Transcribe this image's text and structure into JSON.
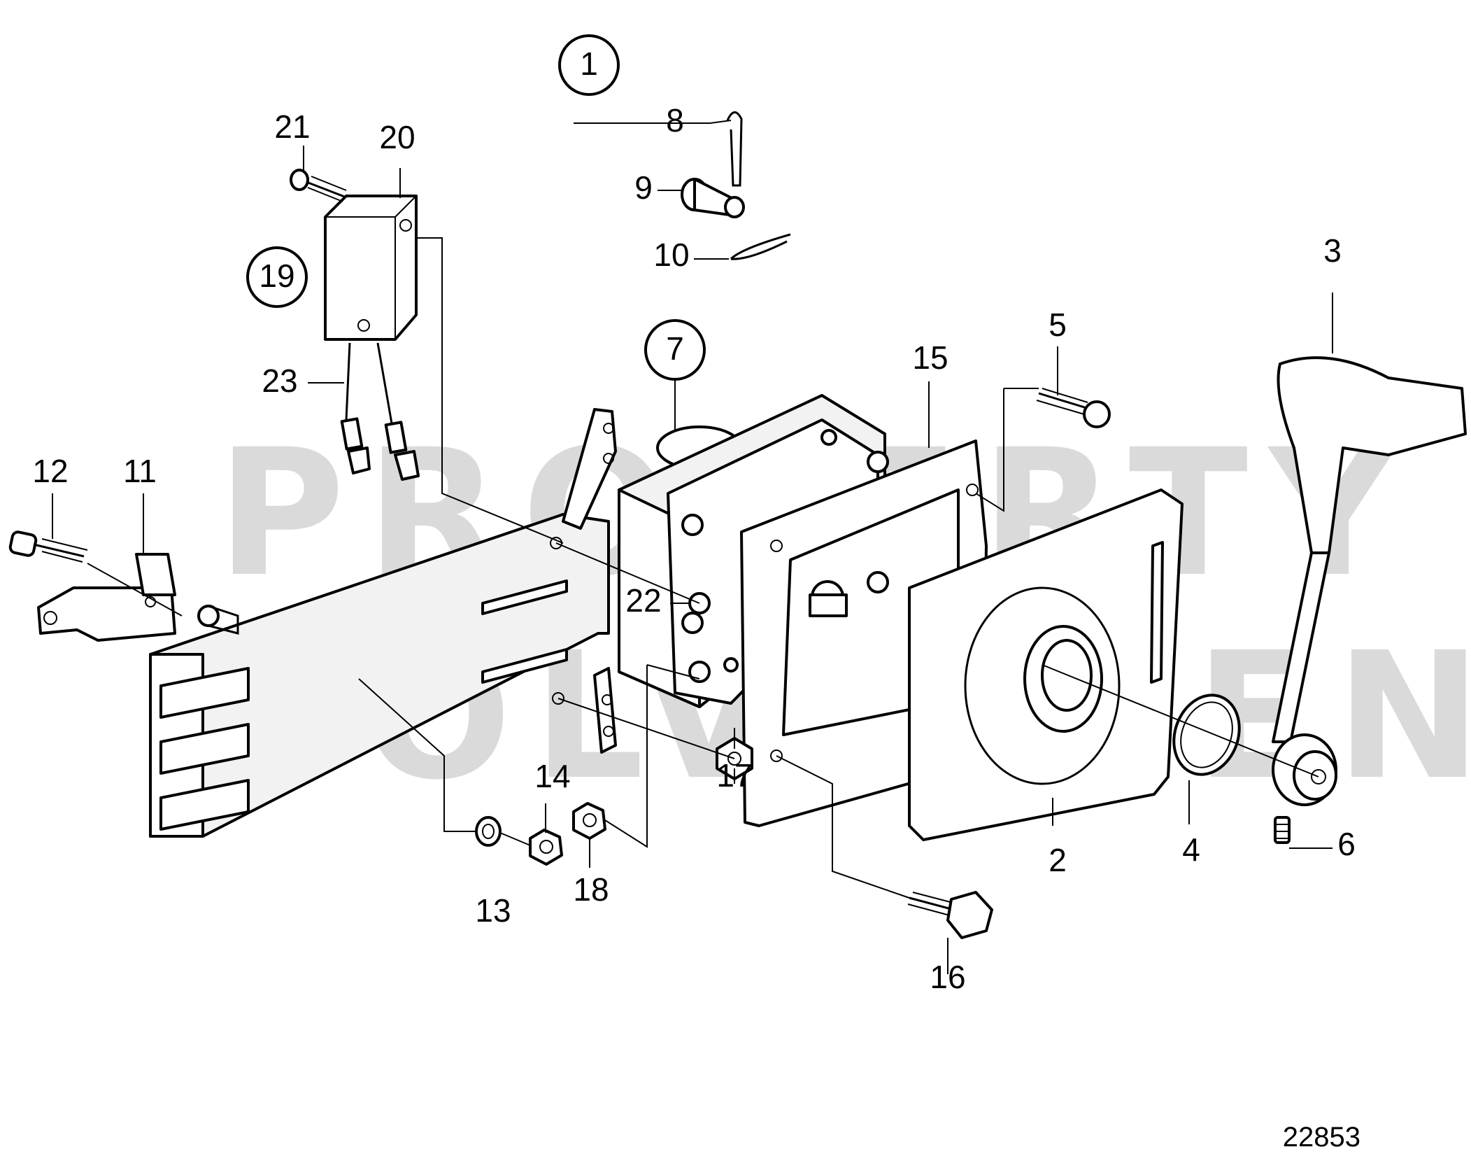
{
  "diagram": {
    "drawing_number": "22853",
    "watermark": [
      "PROPERTY OF",
      "VOLVO PENTA"
    ],
    "callouts": {
      "c1": "1",
      "c2": "2",
      "c3": "3",
      "c4": "4",
      "c5": "5",
      "c6": "6",
      "c7": "7",
      "c8": "8",
      "c9": "9",
      "c10": "10",
      "c11": "11",
      "c12": "12",
      "c13": "13",
      "c14": "14",
      "c15": "15",
      "c16": "16",
      "c17": "17",
      "c18": "18",
      "c19": "19",
      "c20": "20",
      "c21": "21",
      "c22": "22",
      "c23": "23"
    }
  }
}
